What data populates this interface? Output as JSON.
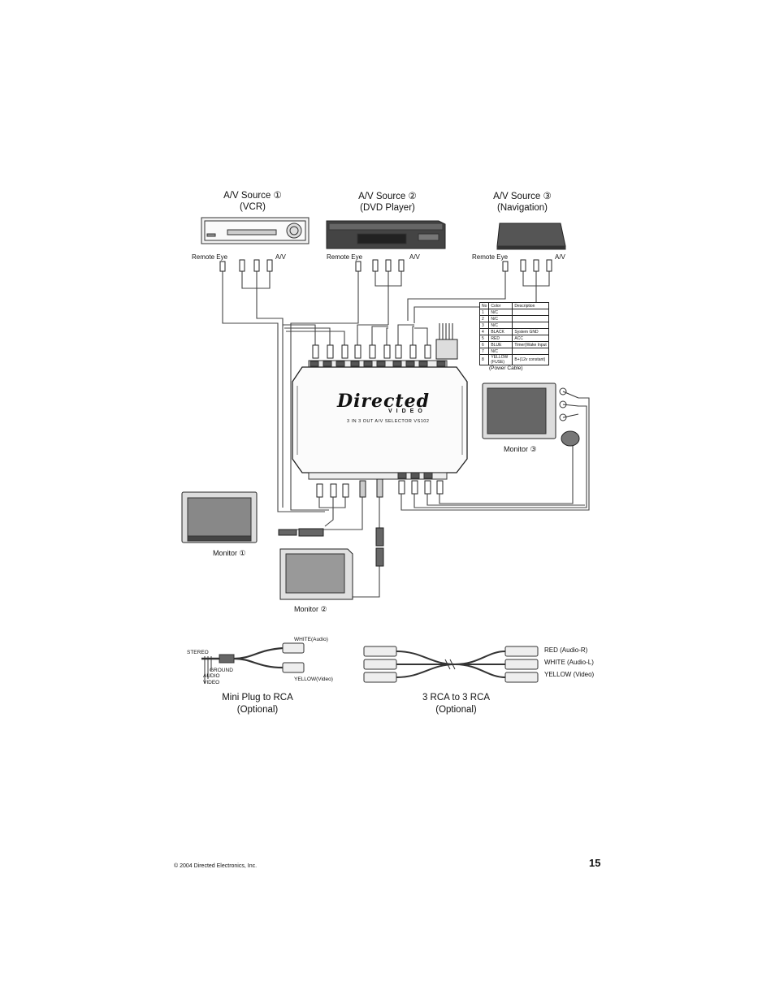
{
  "sources": [
    {
      "title": "A/V Source ①",
      "subtitle": "(VCR)"
    },
    {
      "title": "A/V Source ②",
      "subtitle": "(DVD Player)"
    },
    {
      "title": "A/V Source ③",
      "subtitle": "(Navigation)"
    }
  ],
  "connector_labels": {
    "remote_eye": "Remote Eye",
    "av": "A/V"
  },
  "device": {
    "brand": "Directed",
    "brand_sub": "VIDEO",
    "model": "3 IN 3 OUT A/V SELECTOR  VS102"
  },
  "power_table": {
    "headers": [
      "No",
      "Color",
      "Description"
    ],
    "rows": [
      [
        "1",
        "N/C",
        ""
      ],
      [
        "2",
        "N/C",
        ""
      ],
      [
        "3",
        "N/C",
        ""
      ],
      [
        "4",
        "BLACK",
        "System GND"
      ],
      [
        "5",
        "RED",
        "ACC"
      ],
      [
        "6",
        "BLUE",
        "Timer(Wake Input"
      ],
      [
        "7",
        "N/C",
        ""
      ],
      [
        "8",
        "YELLOW (FUSE)",
        "B+(12v constant)"
      ]
    ],
    "caption": "(Power Cable)"
  },
  "monitors": {
    "m1": "Monitor ①",
    "m2": "Monitor ②",
    "m3": "Monitor ③"
  },
  "mini_plug": {
    "stereo": "STEREO",
    "ground": "GROUND",
    "audio": "AUDIO",
    "video": "VIDEO",
    "white": "WHITE(Audio)",
    "yellow": "YELLOW(Video)",
    "caption_line1": "Mini Plug to RCA",
    "caption_line2": "(Optional)"
  },
  "rca": {
    "red": "RED (Audio-R)",
    "white": "WHITE (Audio-L)",
    "yellow": "YELLOW (Video)",
    "caption_line1": "3 RCA to 3 RCA",
    "caption_line2": "(Optional)"
  },
  "footer": {
    "copyright": "© 2004  Directed Electronics, Inc.",
    "page": "15"
  }
}
